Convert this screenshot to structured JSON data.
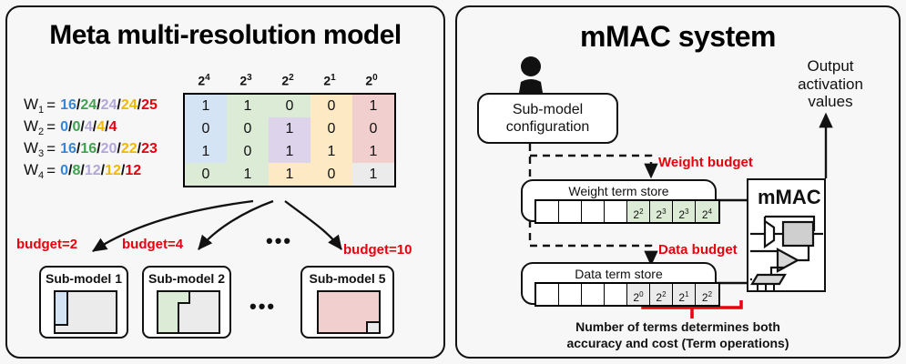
{
  "left": {
    "title": "Meta multi-resolution model",
    "colors": {
      "blue": "#3a86d6",
      "green": "#3fa34d",
      "purple": "#b3a6d9",
      "yellow": "#f2b705",
      "red": "#e8000d",
      "cell_blue": "#d4e4f4",
      "cell_green": "#dcebd5",
      "cell_purple": "#ddd4ec",
      "cell_yellow": "#fdeac4",
      "cell_red": "#f1cfce",
      "cell_gray": "#ebebeb"
    },
    "weights": [
      {
        "name": "W",
        "sub": "1",
        "values": [
          "16",
          "24",
          "24",
          "24",
          "25"
        ]
      },
      {
        "name": "W",
        "sub": "2",
        "values": [
          "0",
          "0",
          "4",
          "4",
          "4"
        ]
      },
      {
        "name": "W",
        "sub": "3",
        "values": [
          "16",
          "16",
          "20",
          "22",
          "23"
        ]
      },
      {
        "name": "W",
        "sub": "4",
        "values": [
          "0",
          "8",
          "12",
          "12",
          "12"
        ]
      }
    ],
    "exponents": [
      "2⁴",
      "2³",
      "2²",
      "2¹",
      "2⁰"
    ],
    "exp_bases": [
      "2",
      "2",
      "2",
      "2",
      "2"
    ],
    "exp_powers": [
      "4",
      "3",
      "2",
      "1",
      "0"
    ],
    "matrix": [
      [
        "1",
        "1",
        "0",
        "0",
        "1"
      ],
      [
        "0",
        "0",
        "1",
        "0",
        "0"
      ],
      [
        "1",
        "0",
        "1",
        "1",
        "1"
      ],
      [
        "0",
        "1",
        "1",
        "0",
        "1"
      ]
    ],
    "matrix_fill": [
      [
        "cell_blue",
        "cell_green",
        "cell_green",
        "cell_yellow",
        "cell_red"
      ],
      [
        "cell_blue",
        "cell_green",
        "cell_purple",
        "cell_yellow",
        "cell_red"
      ],
      [
        "cell_blue",
        "cell_green",
        "cell_purple",
        "cell_yellow",
        "cell_red"
      ],
      [
        "cell_green",
        "cell_green",
        "cell_yellow",
        "cell_yellow",
        "cell_gray"
      ]
    ],
    "budgets": [
      "budget=2",
      "budget=4",
      "budget=10"
    ],
    "ellipsis": "•••",
    "submodels": [
      {
        "title": "Sub-model 1",
        "fill": "#d4e4f4"
      },
      {
        "title": "Sub-model 2",
        "fill": "#dcebd5"
      },
      {
        "title": "Sub-model 5",
        "fill": "#f1cfce"
      }
    ]
  },
  "right": {
    "title": "mMAC system",
    "config_box": "Sub-model\nconfiguration",
    "config_line1": "Sub-model",
    "config_line2": "configuration",
    "weight_budget_label": "Weight budget",
    "data_budget_label": "Data budget",
    "weight_store_title": "Weight term store",
    "data_store_title": "Data term store",
    "weight_cells": [
      "",
      "",
      "",
      "",
      "2²",
      "2³",
      "2³",
      "2⁴"
    ],
    "weight_cell_bases": [
      "",
      "",
      "",
      "",
      "2",
      "2",
      "2",
      "2"
    ],
    "weight_cell_powers": [
      "",
      "",
      "",
      "",
      "2",
      "3",
      "3",
      "4"
    ],
    "data_cells": [
      "",
      "",
      "",
      "",
      "2⁰",
      "2²",
      "2¹",
      "2²"
    ],
    "data_cell_bases": [
      "",
      "",
      "",
      "",
      "2",
      "2",
      "2",
      "2"
    ],
    "data_cell_powers": [
      "",
      "",
      "",
      "",
      "0",
      "2",
      "1",
      "2"
    ],
    "mmac_label": "mMAC",
    "output_line1": "Output",
    "output_line2": "activation",
    "output_line3": "values",
    "caption_line1": "Number of terms determines both",
    "caption_line2": "accuracy and cost (Term operations)",
    "accent_red": "#e8000d",
    "store_fill_weight": "#dcebd5",
    "store_fill_data": "#ebebeb"
  }
}
